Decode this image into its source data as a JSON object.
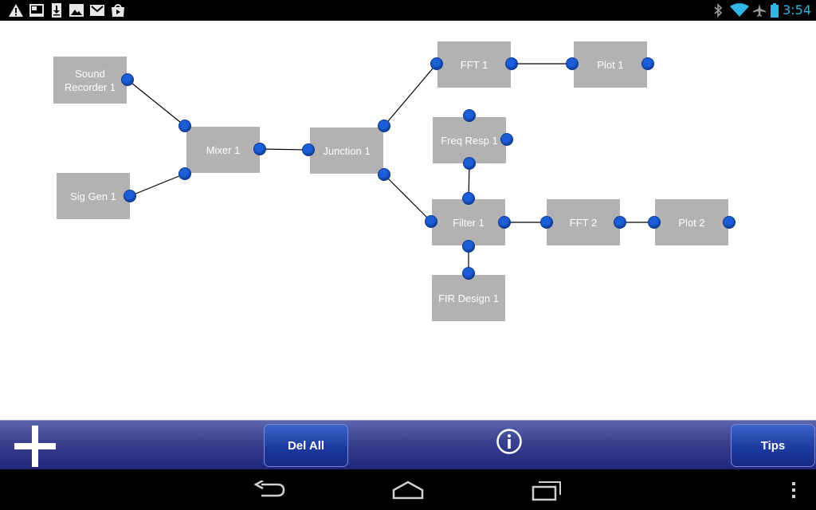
{
  "status_bar": {
    "time": "3:54",
    "notification_icons": [
      "warning-icon",
      "screenshot-icon",
      "download-icon",
      "gallery-icon",
      "gmail-icon",
      "play-store-icon"
    ],
    "system_icons": [
      "bluetooth-icon",
      "wifi-icon",
      "airplane-mode-icon",
      "battery-icon"
    ],
    "accent_color": "#33b5e5"
  },
  "canvas": {
    "blocks": [
      {
        "id": "sound-recorder-1",
        "label": "Sound Recorder 1"
      },
      {
        "id": "sig-gen-1",
        "label": "Sig Gen 1"
      },
      {
        "id": "mixer-1",
        "label": "Mixer 1"
      },
      {
        "id": "junction-1",
        "label": "Junction 1"
      },
      {
        "id": "fft-1",
        "label": "FFT 1"
      },
      {
        "id": "plot-1",
        "label": "Plot 1"
      },
      {
        "id": "freq-resp-1",
        "label": "Freq Resp 1"
      },
      {
        "id": "filter-1",
        "label": "Filter 1"
      },
      {
        "id": "fft-2",
        "label": "FFT 2"
      },
      {
        "id": "plot-2",
        "label": "Plot 2"
      },
      {
        "id": "fir-design-1",
        "label": "FIR Design 1"
      }
    ],
    "block_color": "#b3b1b3",
    "port_color": "#1b5ed8"
  },
  "toolbar": {
    "add_icon": "plus-icon",
    "del_all_label": "Del All",
    "info_icon": "info-icon",
    "tips_label": "Tips"
  },
  "nav_bar": {
    "icons": [
      "back-icon",
      "home-icon",
      "recent-apps-icon",
      "overflow-menu-icon"
    ]
  }
}
